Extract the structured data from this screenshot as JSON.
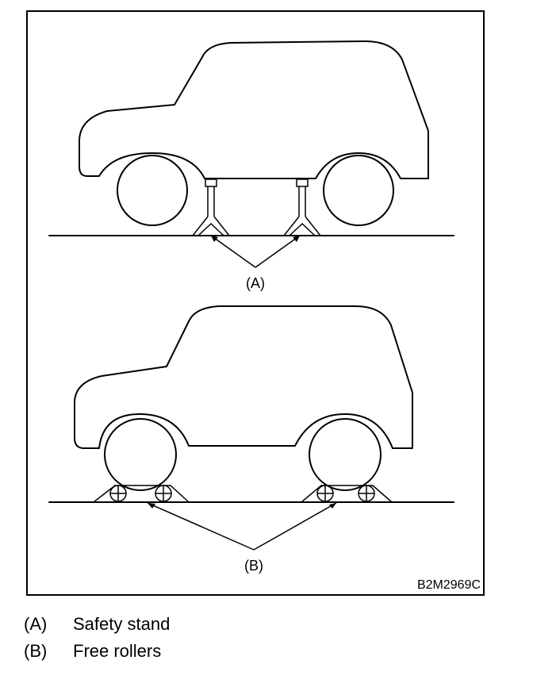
{
  "diagram": {
    "label_a": "(A)",
    "label_b": "(B)",
    "figure_code": "B2M2969C"
  },
  "legend": [
    {
      "key": "(A)",
      "text": "Safety stand"
    },
    {
      "key": "(B)",
      "text": "Free rollers"
    }
  ]
}
